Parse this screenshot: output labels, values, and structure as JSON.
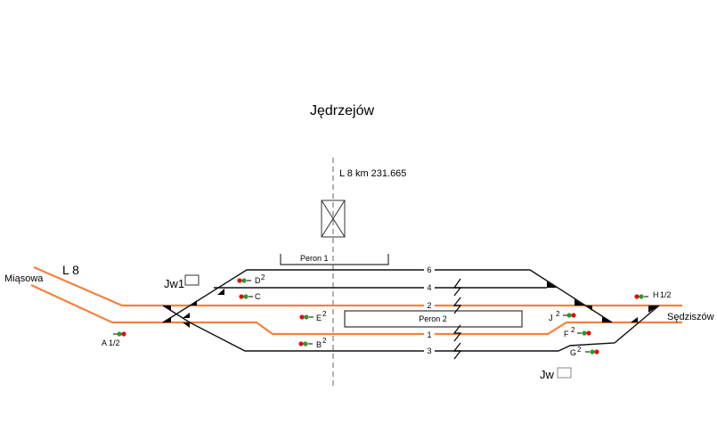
{
  "station": {
    "title": "Jędrzejów",
    "km_label": "L 8 km 231.665",
    "line_label": "L 8",
    "left_direction": "Miąsowa",
    "right_direction": "Sędziszów"
  },
  "platforms": [
    {
      "label": "Peron 1"
    },
    {
      "label": "Peron 2"
    }
  ],
  "tracks": [
    "6",
    "4",
    "2",
    "1",
    "3"
  ],
  "signals": {
    "A": {
      "name": "A",
      "suffix": "1/2"
    },
    "B": {
      "name": "B",
      "suffix": "2"
    },
    "C": {
      "name": "C",
      "suffix": ""
    },
    "D": {
      "name": "D",
      "suffix": "2"
    },
    "E": {
      "name": "E",
      "suffix": "2"
    },
    "F": {
      "name": "F",
      "suffix": "2"
    },
    "G": {
      "name": "G",
      "suffix": "2"
    },
    "H": {
      "name": "H",
      "suffix": "1/2"
    },
    "J": {
      "name": "J",
      "suffix": "2"
    }
  },
  "shunting": {
    "left": "Jw1",
    "right": "Jw"
  },
  "colors": {
    "main_track": "#f5823c",
    "signal_red": "#e01010",
    "signal_green": "#2a9a2a"
  }
}
